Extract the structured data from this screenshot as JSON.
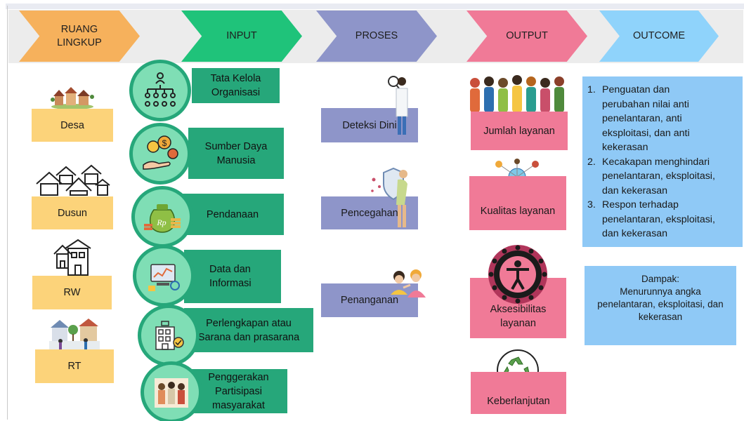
{
  "colors": {
    "ruang": "#f6b15c",
    "input": "#1fc37a",
    "proses": "#8e95c9",
    "output": "#f07a97",
    "outcome": "#8fd3fb",
    "scope_box": "#fcd37a",
    "input_box": "#26a77a",
    "outcome_box": "#8fc9f6"
  },
  "header": {
    "ruang_lingkup": [
      "RUANG",
      "LINGKUP"
    ],
    "input": "INPUT",
    "proses": "PROSES",
    "output": "OUTPUT",
    "outcome": "OUTCOME"
  },
  "scope": [
    {
      "label": "Desa",
      "icon": "village-icon"
    },
    {
      "label": "Dusun",
      "icon": "houses-icon"
    },
    {
      "label": "RW",
      "icon": "building-icon"
    },
    {
      "label": "RT",
      "icon": "neighborhood-icon"
    }
  ],
  "inputs": [
    {
      "lines": [
        "Tata Kelola",
        "Organisasi"
      ],
      "icon": "org-chart-icon"
    },
    {
      "lines": [
        "Sumber Daya",
        "Manusia"
      ],
      "icon": "resource-hand-icon"
    },
    {
      "lines": [
        "Pendanaan"
      ],
      "icon": "money-icon"
    },
    {
      "lines": [
        "Data dan",
        "Informasi"
      ],
      "icon": "data-icon"
    },
    {
      "lines": [
        "Perlengkapan atau",
        "Sarana dan prasarana"
      ],
      "icon": "facility-icon"
    },
    {
      "lines": [
        "Penggerakan",
        "Partisipasi",
        "masyarakat"
      ],
      "icon": "community-icon"
    }
  ],
  "proses": [
    {
      "label": "Deteksi Dini",
      "icon": "doctor-icon"
    },
    {
      "label": "Pencegahan",
      "icon": "shield-icon"
    },
    {
      "label": "Penanganan",
      "icon": "care-icon"
    }
  ],
  "output": [
    {
      "lines": [
        "Jumlah layanan"
      ],
      "icon": "crowd-icon"
    },
    {
      "lines": [
        "Kualitas layanan"
      ],
      "icon": "network-icon"
    },
    {
      "lines": [
        "Aksesibilitas",
        "layanan"
      ],
      "icon": "accessibility-icon"
    },
    {
      "lines": [
        "Keberlanjutan"
      ],
      "icon": "recycle-icon"
    }
  ],
  "outcome": {
    "items": [
      {
        "num": "1.",
        "lines": [
          "Penguatan dan",
          "perubahan nilai anti",
          "penelantaran, anti",
          "eksploitasi, dan anti",
          "kekerasan"
        ]
      },
      {
        "num": "2.",
        "lines": [
          "Kecakapan menghindari",
          "penelantaran, eksploitasi,",
          "dan kekerasan"
        ]
      },
      {
        "num": "3.",
        "lines": [
          "Respon terhadap",
          "penelantaran, eksploitasi,",
          "dan kekerasan"
        ]
      }
    ]
  },
  "dampak": {
    "lines": [
      "Dampak:",
      "Menurunnya angka",
      "penelantaran, eksploitasi, dan",
      "kekerasan"
    ]
  }
}
